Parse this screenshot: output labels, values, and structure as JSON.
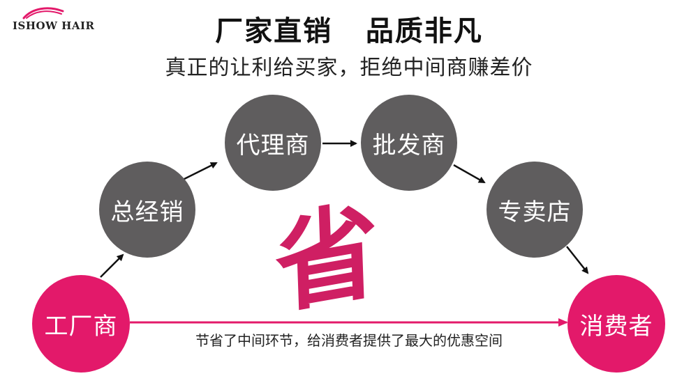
{
  "brand": {
    "logo_text": "ISHOW HAIR"
  },
  "header": {
    "title": "厂家直销   品质非凡",
    "subtitle": "真正的让利给买家，拒绝中间商赚差价"
  },
  "flow": {
    "nodes": [
      {
        "id": "factory",
        "label": "工厂商"
      },
      {
        "id": "general-distributor",
        "label": "总经销"
      },
      {
        "id": "agent",
        "label": "代理商"
      },
      {
        "id": "wholesaler",
        "label": "批发商"
      },
      {
        "id": "store",
        "label": "专卖店"
      },
      {
        "id": "consumer",
        "label": "消费者"
      }
    ],
    "center_char": "省",
    "direct_note": "节省了中间环节，给消费者提供了最大的优惠空间"
  },
  "colors": {
    "node_gray": "#5f5d5e",
    "node_pink": "#e3196a",
    "accent": "#cf1f63"
  }
}
